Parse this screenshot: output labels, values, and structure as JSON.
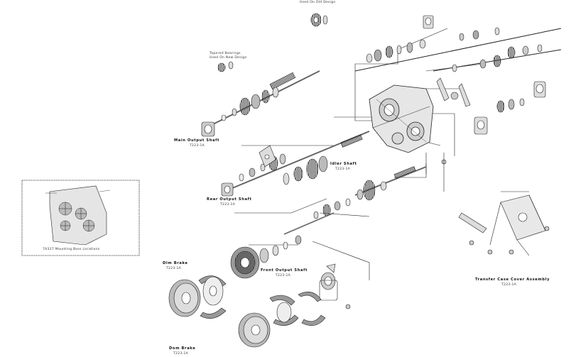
{
  "labels": {
    "used_on_old_design": "Used On Old Design",
    "tapered_bearings": "Tapered Bearings",
    "used_on_new_design": "Used On New Design",
    "main_output_shaft": "Main Output Shaft",
    "main_output_shaft_pn": "T223-1A",
    "idler_shaft": "Idler Shaft",
    "idler_shaft_pn": "T223-1A",
    "rear_output_shaft": "Rear Output Shaft",
    "rear_output_shaft_pn": "T223-1A",
    "front_output_shaft": "Front Output Shaft",
    "front_output_shaft_pn": "T223-1A",
    "dlm_brake": "Dlm Brake",
    "dlm_brake_pn": "T223-1A",
    "dom_brake": "Dom Brake",
    "dom_brake_pn": "T223-1A",
    "transfer_case_cover_assembly": "Transfer Case Cover Assembly",
    "transfer_case_cover_assembly_pn": "T223-1A",
    "mounting_boss_locations": "7A327 Mounting Boss Locations"
  },
  "colors": {
    "line": "#222222",
    "gear": "#555555",
    "fill": "#bbbbbb"
  }
}
